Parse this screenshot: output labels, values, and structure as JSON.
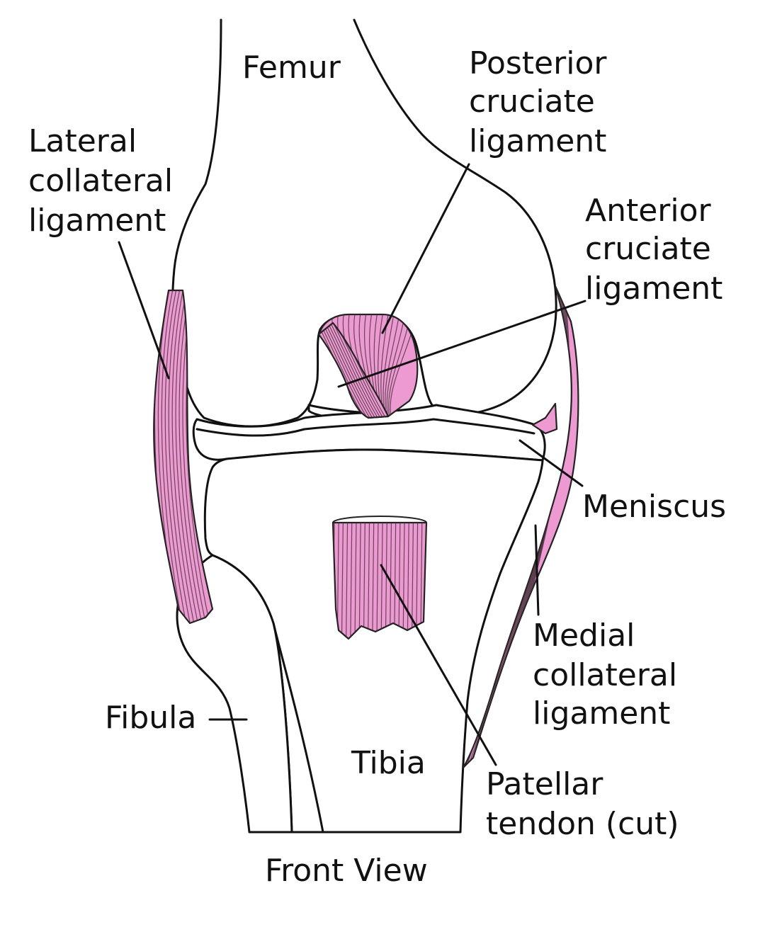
{
  "labels": {
    "femur": "Femur",
    "posterior_cruciate": [
      "Posterior",
      "cruciate",
      "ligament"
    ],
    "lateral_collateral": [
      "Lateral",
      "collateral",
      "ligament"
    ],
    "anterior_cruciate": [
      "Anterior",
      "cruciate",
      "ligament"
    ],
    "meniscus": "Meniscus",
    "medial_collateral": [
      "Medial",
      "collateral",
      "ligament"
    ],
    "fibula": "Fibula",
    "tibia": "Tibia",
    "patellar_tendon": [
      "Patellar",
      "tendon (cut)"
    ]
  },
  "caption": "Front View",
  "colors": {
    "ligament_fill": "#ee9ad2",
    "outline": "#111111",
    "shading": "#c8c8c8",
    "background": "#ffffff"
  }
}
